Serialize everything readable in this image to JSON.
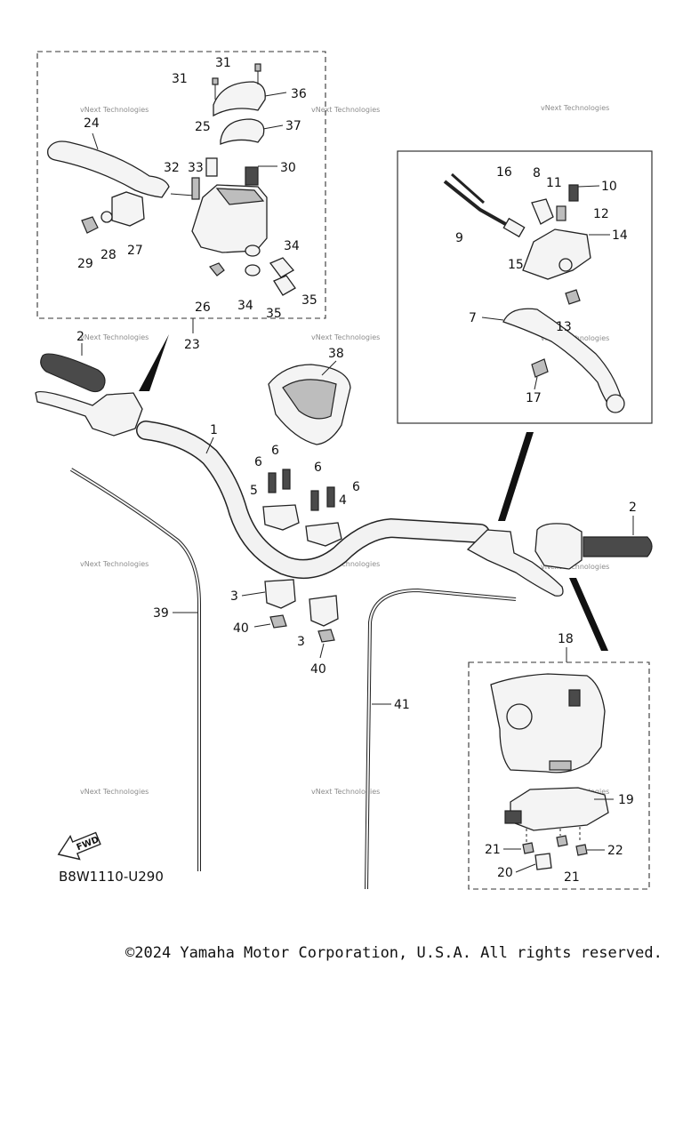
{
  "labels": [
    {
      "id": "31a",
      "text": "31"
    },
    {
      "id": "31b",
      "text": "31"
    },
    {
      "id": "36",
      "text": "36"
    },
    {
      "id": "37",
      "text": "37"
    },
    {
      "id": "24",
      "text": "24"
    },
    {
      "id": "25",
      "text": "25"
    },
    {
      "id": "30",
      "text": "30"
    },
    {
      "id": "32",
      "text": "32"
    },
    {
      "id": "33",
      "text": "33"
    },
    {
      "id": "27",
      "text": "27"
    },
    {
      "id": "28",
      "text": "28"
    },
    {
      "id": "29",
      "text": "29"
    },
    {
      "id": "34a",
      "text": "34"
    },
    {
      "id": "34b",
      "text": "34"
    },
    {
      "id": "35a",
      "text": "35"
    },
    {
      "id": "35b",
      "text": "35"
    },
    {
      "id": "26",
      "text": "26"
    },
    {
      "id": "23",
      "text": "23"
    },
    {
      "id": "2a",
      "text": "2"
    },
    {
      "id": "38",
      "text": "38"
    },
    {
      "id": "1",
      "text": "1"
    },
    {
      "id": "6a",
      "text": "6"
    },
    {
      "id": "6b",
      "text": "6"
    },
    {
      "id": "6c",
      "text": "6"
    },
    {
      "id": "6d",
      "text": "6"
    },
    {
      "id": "5",
      "text": "5"
    },
    {
      "id": "4",
      "text": "4"
    },
    {
      "id": "3a",
      "text": "3"
    },
    {
      "id": "3b",
      "text": "3"
    },
    {
      "id": "40a",
      "text": "40"
    },
    {
      "id": "40b",
      "text": "40"
    },
    {
      "id": "39",
      "text": "39"
    },
    {
      "id": "41",
      "text": "41"
    },
    {
      "id": "2b",
      "text": "2"
    },
    {
      "id": "16",
      "text": "16"
    },
    {
      "id": "8",
      "text": "8"
    },
    {
      "id": "11",
      "text": "11"
    },
    {
      "id": "10",
      "text": "10"
    },
    {
      "id": "12",
      "text": "12"
    },
    {
      "id": "14",
      "text": "14"
    },
    {
      "id": "9",
      "text": "9"
    },
    {
      "id": "15",
      "text": "15"
    },
    {
      "id": "7",
      "text": "7"
    },
    {
      "id": "13",
      "text": "13"
    },
    {
      "id": "17",
      "text": "17"
    },
    {
      "id": "18",
      "text": "18"
    },
    {
      "id": "19",
      "text": "19"
    },
    {
      "id": "21a",
      "text": "21"
    },
    {
      "id": "21b",
      "text": "21"
    },
    {
      "id": "22",
      "text": "22"
    },
    {
      "id": "20",
      "text": "20"
    }
  ],
  "watermark": "vNext Technologies",
  "fwd_label": "FWD",
  "diagram_code": "B8W1110-U290",
  "copyright": "©2024 Yamaha Motor Corporation, U.S.A. All rights reserved."
}
